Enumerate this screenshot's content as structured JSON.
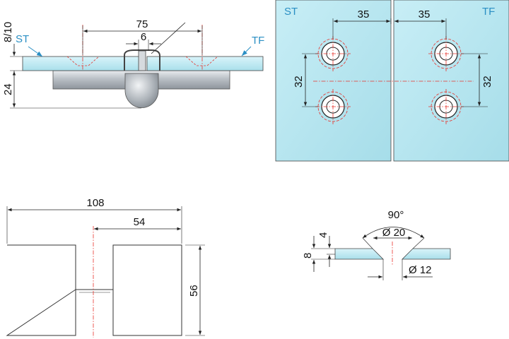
{
  "side_view": {
    "labels": {
      "st": "ST",
      "tf": "TF"
    },
    "dims": {
      "thickness": "8/10",
      "height": "24",
      "width": "75",
      "gap": "6"
    }
  },
  "plate_view": {
    "labels": {
      "st": "ST",
      "tf": "TF"
    },
    "dims": {
      "left_offset": "35",
      "right_offset": "35",
      "left_spacing": "32",
      "right_spacing": "32"
    }
  },
  "front_view": {
    "dims": {
      "width": "108",
      "half": "54",
      "height": "56"
    }
  },
  "countersink_view": {
    "dims": {
      "angle": "90°",
      "outer_dia": "Ø 20",
      "inner_dia": "Ø 12",
      "total": "8",
      "depth": "4"
    }
  },
  "colors": {
    "glass": "#bfe9f3",
    "label": "#2a8fc4",
    "center_line": "#e8322b",
    "metal": "#c4c8cc"
  }
}
